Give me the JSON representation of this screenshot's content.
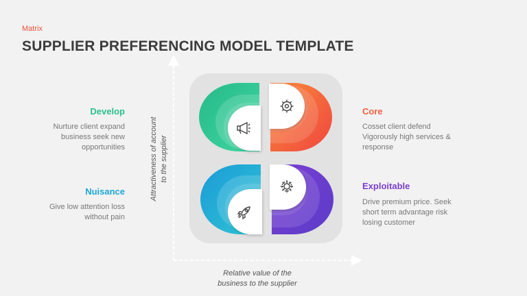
{
  "header": {
    "kicker": "Matrix",
    "title": "SUPPLIER PREFERENCING MODEL TEMPLATE"
  },
  "axes": {
    "y_label_line1": "Attractiveness of account",
    "y_label_line2": "to the supplier",
    "x_label_line1": "Relative value of the",
    "x_label_line2": "business to the supplier"
  },
  "quadrants": {
    "develop": {
      "title": "Develop",
      "color": "#2bbf8a",
      "lines": [
        "Nurture client expand",
        "business seek new",
        "opportunities"
      ],
      "icon": "megaphone-icon"
    },
    "core": {
      "title": "Core",
      "color": "#f2603f",
      "lines": [
        "Cosset client defend",
        "Vigorously high services  &",
        "response"
      ],
      "icon": "gear-icon"
    },
    "nuisance": {
      "title": "Nuisance",
      "color": "#1ea7d6",
      "lines": [
        "Give low attention loss",
        "without pain"
      ],
      "icon": "rocket-icon"
    },
    "exploitable": {
      "title": "Exploitable",
      "color": "#7a3fd0",
      "lines": [
        "Drive premium price. Seek",
        "short term advantage risk",
        "losing customer"
      ],
      "icon": "cog-spark-icon"
    }
  }
}
